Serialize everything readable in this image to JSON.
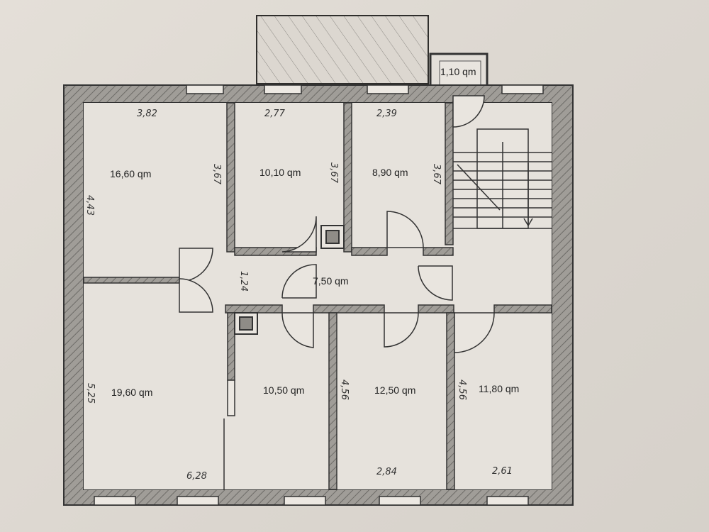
{
  "rooms": {
    "balcony_area": "1,10 qm",
    "room_a": "16,60 qm",
    "room_b": "10,10 qm",
    "room_c": "8,90 qm",
    "hall": "7,50 qm",
    "room_d": "19,60 qm",
    "room_e": "10,50 qm",
    "room_f": "12,50 qm",
    "room_g": "11,80 qm"
  },
  "dimensions": {
    "a_width": "3,82",
    "b_width": "2,77",
    "c_width": "2,39",
    "a_depth": "4,43",
    "a_height": "3,67",
    "b_height": "3,67",
    "c_height": "3,67",
    "hall_width": "1,24",
    "d_depth": "5,25",
    "d_width": "6,28",
    "f_depth": "4,56",
    "g_depth": "4,56",
    "f_width": "2,84",
    "g_width": "2,61"
  },
  "colors": {
    "wall": "#9a9792",
    "wall_outline": "#3a3936",
    "floor": "#e7e3dd",
    "line": "#333333"
  }
}
